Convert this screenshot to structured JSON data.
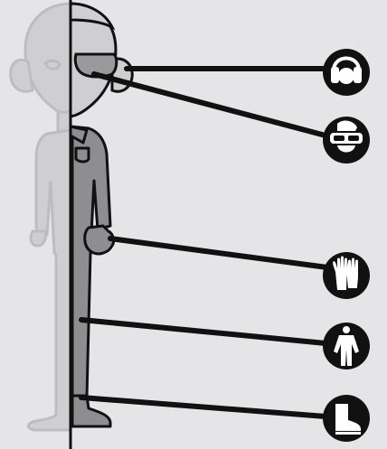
{
  "colors": {
    "background": "#e5e5e7",
    "ghost_fill": "#cfcfd1",
    "ghost_outline": "#bdbdbf",
    "figure_fill": "#8e8e90",
    "outline": "#111111",
    "connector": "#111111",
    "icon_bg": "#111111",
    "icon_fg": "#ffffff",
    "lens": "#9a9a9c"
  },
  "ppe_items": [
    {
      "id": "ear-protection",
      "icon": "earmuffs-icon",
      "target": "ear"
    },
    {
      "id": "eye-protection",
      "icon": "goggles-icon",
      "target": "eyes"
    },
    {
      "id": "hand-protection",
      "icon": "gloves-icon",
      "target": "hand"
    },
    {
      "id": "body-protection",
      "icon": "coveralls-icon",
      "target": "body"
    },
    {
      "id": "foot-protection",
      "icon": "safety-boot-icon",
      "target": "feet"
    }
  ]
}
